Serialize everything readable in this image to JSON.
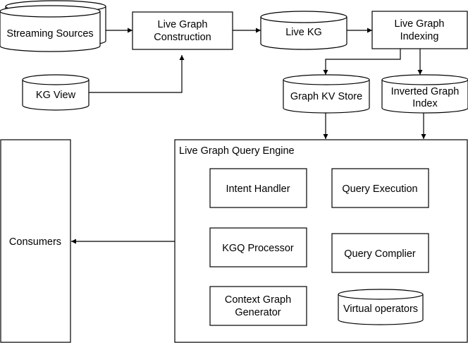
{
  "nodes": {
    "streaming_sources": "Streaming Sources",
    "live_graph_construction": [
      "Live Graph",
      "Construction"
    ],
    "live_kg": "Live KG",
    "live_graph_indexing": [
      "Live Graph",
      "Indexing"
    ],
    "kg_view": "KG View",
    "graph_kv_store": "Graph KV Store",
    "inverted_graph_index": [
      "Inverted Graph",
      "Index"
    ],
    "consumers": "Consumers",
    "query_engine": {
      "title": "Live Graph Query Engine",
      "intent_handler": "Intent Handler",
      "query_execution": "Query Execution",
      "kgq_processor": "KGQ Processor",
      "query_compiler": "Query Complier",
      "context_graph_generator": [
        "Context Graph",
        "Generator"
      ],
      "virtual_operators": "Virtual operators"
    }
  }
}
